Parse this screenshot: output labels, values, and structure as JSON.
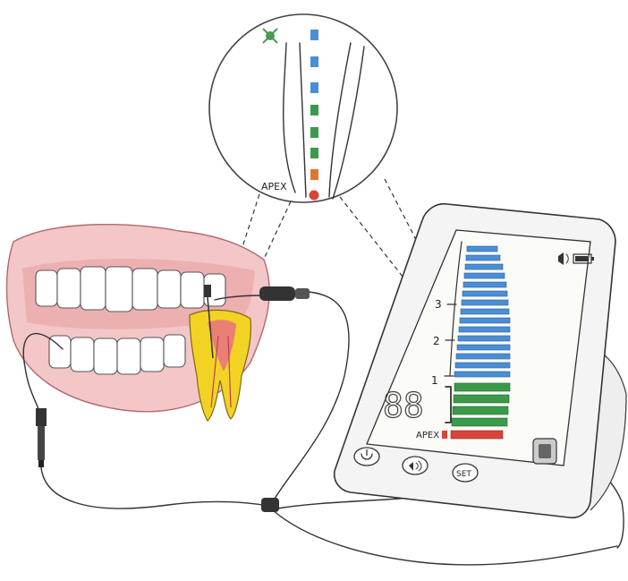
{
  "labels": {
    "apex_magnified": "APEX",
    "apex_device": "APEX",
    "marker_3": "3",
    "marker_2": "2",
    "marker_1": "1",
    "digits": "88"
  },
  "buttons": {
    "power": "power-icon",
    "sound": "sound-icon",
    "set": "SET"
  },
  "indicators": {
    "speaker": "speaker-icon",
    "battery": "battery-icon"
  },
  "colors": {
    "far_blue": "#4a8fd6",
    "near_green": "#3a9a4a",
    "apex_red": "#d8433a",
    "tooth_yellow": "#f2d324",
    "gum_pink": "#e9a6a8"
  }
}
